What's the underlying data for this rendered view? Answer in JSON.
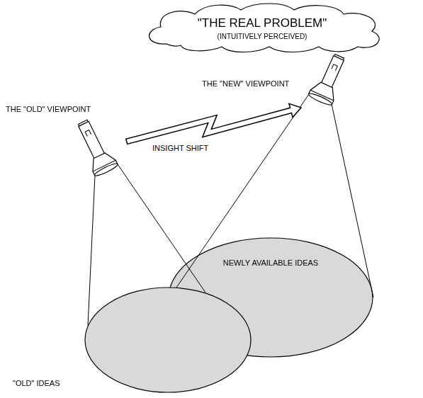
{
  "diagram": {
    "nodes": [
      {
        "text": [
          "\"THE REAL PROBLEM\"",
          "(INTUITIVELY PERCEIVED)"
        ]
      },
      {
        "text": [
          "THE \"OLD\" VIEWPOINT"
        ]
      },
      {
        "text": [
          "THE \"NEW\" VIEWPOINT"
        ]
      },
      {
        "text": [
          "NEWLY AVAILABLE IDEAS"
        ]
      },
      {
        "text": [
          "\"OLD\" IDEAS"
        ]
      }
    ],
    "edges": [
      {
        "from": 1,
        "to": 2,
        "arrow": "to",
        "label": "INSIGHT SHIFT"
      }
    ]
  }
}
